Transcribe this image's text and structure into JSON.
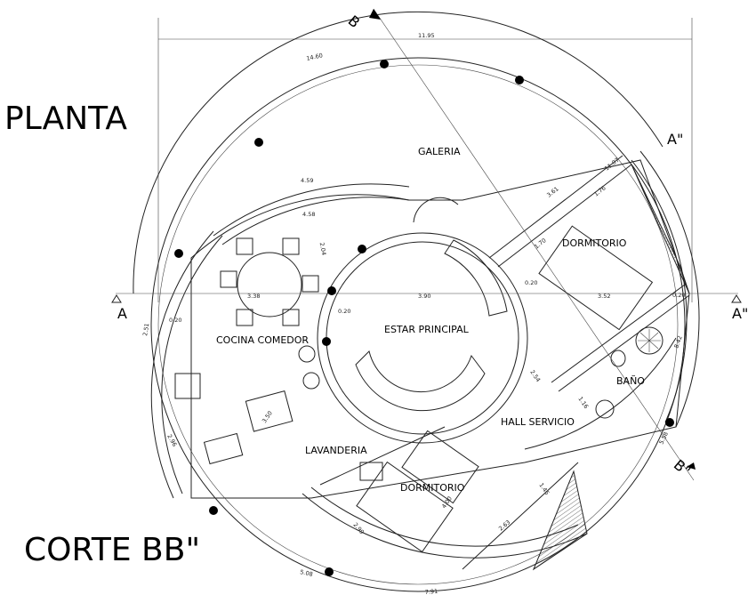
{
  "titles": {
    "plan": "PLANTA",
    "section": "CORTE BB\""
  },
  "rooms": {
    "galeria": "GALERIA",
    "dormitorio_1": "DORMITORIO",
    "dormitorio_2": "DORMITORIO",
    "cocina": "COCINA COMEDOR",
    "estar": "ESTAR PRINCIPAL",
    "bano": "BAÑO",
    "hall": "HALL SERVICIO",
    "lavanderia": "LAVANDERIA"
  },
  "section_marks": {
    "a": "A",
    "a2": "A\"",
    "b": "B",
    "b2": "B\""
  },
  "dimensions": {
    "overall_width": "11.95",
    "outer_arc": "14.60",
    "arc_459": "4.59",
    "arc_458": "4.58",
    "d_204": "2.04",
    "d_338": "3.38",
    "d_390": "3.90",
    "d_352": "3.52",
    "d_020_a": "0.20",
    "d_020_b": "0.20",
    "d_020_c": "0.20",
    "d_020_d": "0.20",
    "d_361": "3.61",
    "d_170": "1.70",
    "d_176": "1.76",
    "arc_1107": "11.07",
    "arc_842": "8.42",
    "d_251": "2.51",
    "arc_296": "2.96",
    "d_350": "3.50",
    "d_400": "4.00",
    "d_263": "2.63",
    "d_146": "1.46",
    "arc_299": "2.99",
    "arc_508": "5.08",
    "arc_791": "7.91",
    "d_254": "2.54",
    "d_116": "1.16",
    "arc_558": "5.58"
  }
}
